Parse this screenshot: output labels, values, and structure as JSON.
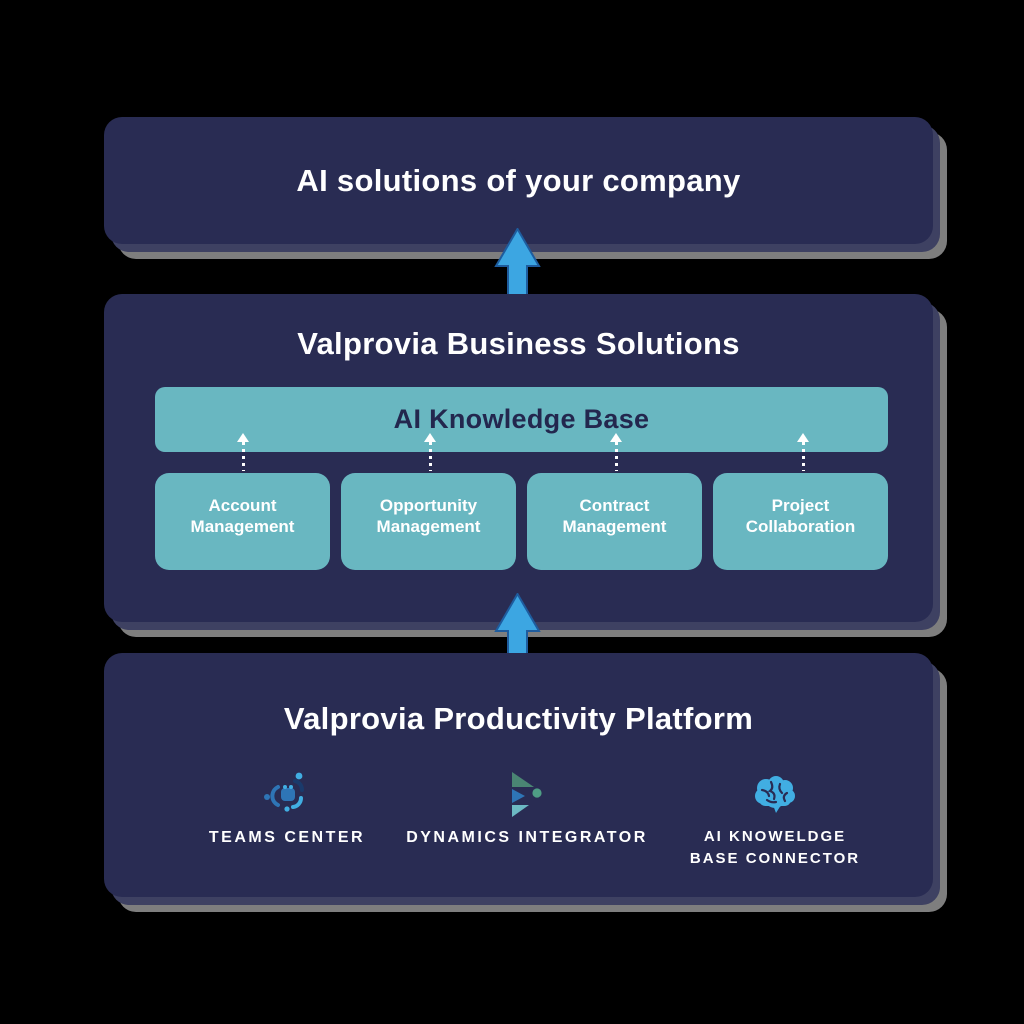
{
  "colors": {
    "background": "#000000",
    "panel_navy": "#292c53",
    "panel_shadow_inner": "#3e4162",
    "panel_shadow_outer": "#7e7e7e",
    "teal": "#69b7c1",
    "teal_bar_text_navy": "#23274e",
    "arrow_blue_fill": "#3ca6e2",
    "arrow_blue_stroke": "#1e5c9e",
    "white_text": "#ffffff",
    "icon_medium_blue": "#2e75b6",
    "icon_light_blue": "#41aee2",
    "icon_dark_green_teal": "#4a8573",
    "icon_teal_dot": "#4f9e85",
    "icon_light_teal": "#6cb9c3"
  },
  "top_box": {
    "title": "AI solutions of your company"
  },
  "middle_box": {
    "title": "Valprovia Business Solutions",
    "knowledge_base": {
      "label": "AI Knowledge Base"
    },
    "modules": [
      {
        "label": "Account\nManagement"
      },
      {
        "label": "Opportunity\nManagement"
      },
      {
        "label": "Contract\nManagement"
      },
      {
        "label": "Project\nCollaboration"
      }
    ]
  },
  "bottom_box": {
    "title": "Valprovia Productivity Platform",
    "products": [
      {
        "name": "TEAMS CENTER",
        "icon": "teams-center-icon"
      },
      {
        "name": "DYNAMICS INTEGRATOR",
        "icon": "dynamics-integrator-icon"
      },
      {
        "name": "AI KNOWELDGE\nBASE CONNECTOR",
        "icon": "brain-icon"
      }
    ]
  },
  "arrows": {
    "between_platform_and_solutions": "up-arrow",
    "between_solutions_and_company": "up-arrow",
    "module_to_knowledge_base": "dotted-up-arrow"
  }
}
